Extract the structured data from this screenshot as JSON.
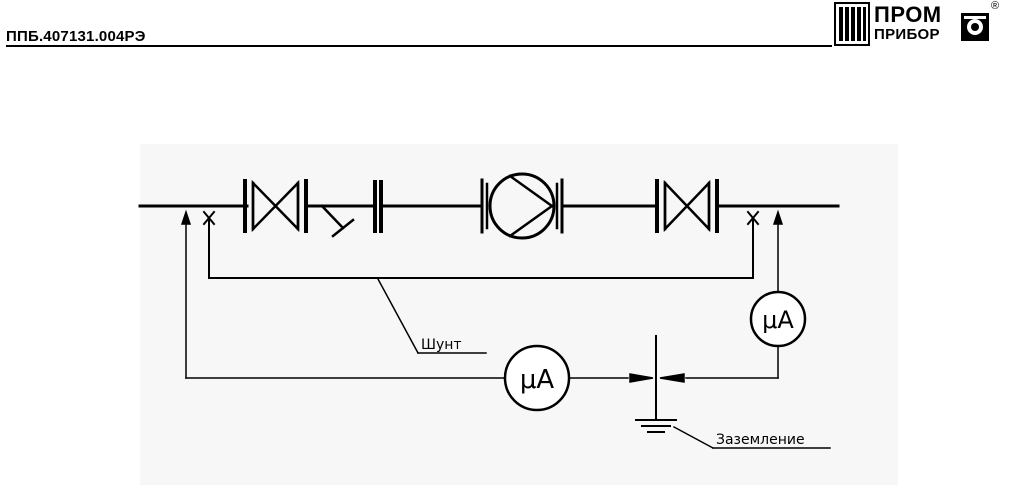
{
  "header": {
    "doc_code": "ППБ.407131.004РЭ"
  },
  "logo": {
    "line1": "ПРОМ",
    "line2": "ПРИБОР",
    "reg_mark": "®",
    "icons": [
      "npo-lettermark-icon",
      "gauge-square-icon"
    ]
  },
  "diagram": {
    "left_meter_label": "μA",
    "right_meter_label": "μA",
    "shunt_label": "Шунт",
    "ground_label": "Заземление"
  }
}
